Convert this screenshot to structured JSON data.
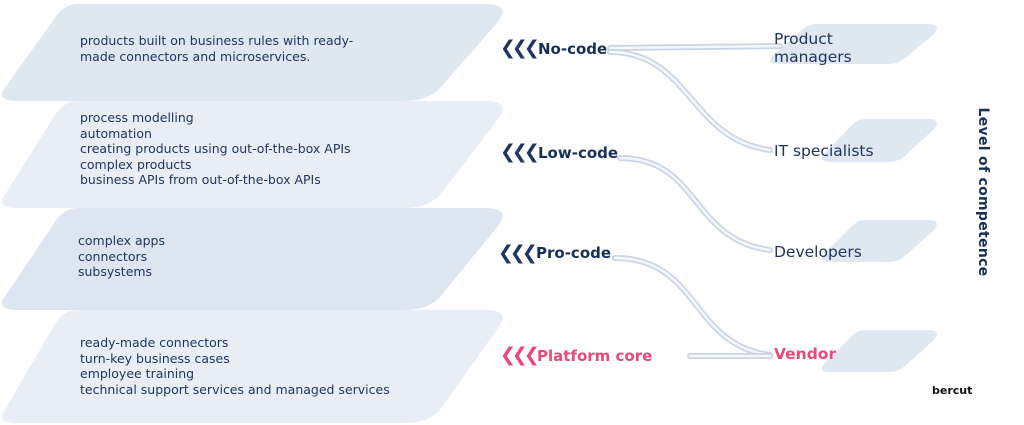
{
  "levels": [
    {
      "label": "No-code",
      "description": [
        "products built on business rules with ready-",
        "made connectors and microservices."
      ],
      "role": "Product managers",
      "role_lines": [
        "Product",
        "managers"
      ]
    },
    {
      "label": "Low-code",
      "description": [
        "process modelling",
        "automation",
        "creating products using out-of-the-box APIs",
        "complex products",
        "business APIs from out-of-the-box APIs"
      ],
      "role": "IT specialists",
      "role_lines": [
        "IT specialists"
      ]
    },
    {
      "label": "Pro-code",
      "description": [
        "complex apps",
        "connectors",
        "subsystems"
      ],
      "role": "Developers",
      "role_lines": [
        "Developers"
      ]
    },
    {
      "label": "Platform core",
      "description": [
        "ready-made connectors",
        "turn-key business cases",
        "employee training",
        "technical support services and managed services"
      ],
      "role": "Vendor",
      "role_lines": [
        "Vendor"
      ]
    }
  ],
  "side_label": "Level of competence",
  "brand": "bercut",
  "chevron_glyph": "❮❮❮",
  "colors": {
    "navy": "#16305a",
    "accent_pink": "#e8487a",
    "panel_fill": "#dde6f0",
    "panel_fill_light": "#e7edf5",
    "connector": "#e3e9f2"
  }
}
